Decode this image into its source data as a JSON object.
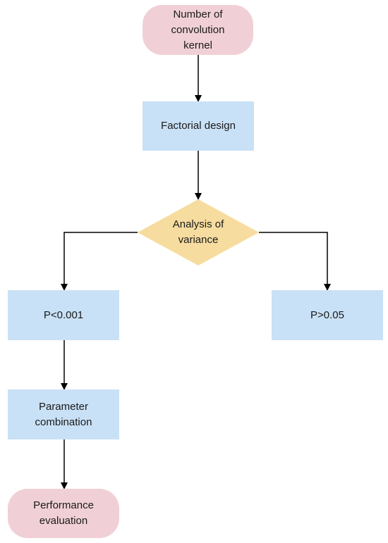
{
  "diagram": {
    "colors": {
      "terminal_fill": "#f0d0d6",
      "process_fill": "#c9e1f6",
      "decision_fill": "#f6dc9e",
      "connector": "#000000"
    },
    "nodes": {
      "start": {
        "label": "Number of\nconvolution\nkernel",
        "shape": "rounded-rectangle"
      },
      "factorial": {
        "label": "Factorial design",
        "shape": "rectangle"
      },
      "anova": {
        "label": "Analysis of\nvariance",
        "shape": "diamond"
      },
      "p_low": {
        "label": "P<0.001",
        "shape": "rectangle"
      },
      "p_high": {
        "label": "P>0.05",
        "shape": "rectangle"
      },
      "param": {
        "label": "Parameter\ncombination",
        "shape": "rectangle"
      },
      "end": {
        "label": "Performance\nevaluation",
        "shape": "rounded-rectangle"
      }
    },
    "edges": [
      {
        "from": "start",
        "to": "factorial"
      },
      {
        "from": "factorial",
        "to": "anova"
      },
      {
        "from": "anova",
        "to": "p_low"
      },
      {
        "from": "anova",
        "to": "p_high"
      },
      {
        "from": "p_low",
        "to": "param"
      },
      {
        "from": "param",
        "to": "end"
      }
    ]
  }
}
